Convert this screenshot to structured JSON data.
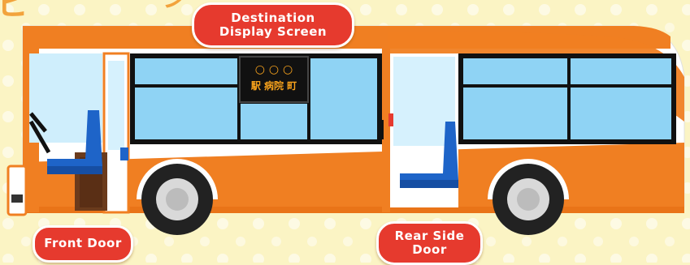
{
  "labels": {
    "destination_display": [
      "Destination",
      "Display Screen"
    ],
    "front_door": [
      "Front Door"
    ],
    "rear_door": [
      "Rear Side",
      "Door"
    ]
  },
  "display_screen": {
    "top_row": "○ ○ ○",
    "bottom_row": "駅 病院 町"
  },
  "colors": {
    "bus_orange": "#f07f22",
    "bus_white": "#ffffff",
    "window_blue": "#8fd3f4",
    "frame_black": "#111111",
    "label_red": "#e63a2e",
    "background_yellow": "#fbf4c4",
    "seat_blue": "#1e64c8",
    "display_amber": "#f7a21c"
  },
  "icons": [
    "bus-illustration",
    "seat-icon",
    "wheel-icon",
    "steering-wheel-icon"
  ]
}
